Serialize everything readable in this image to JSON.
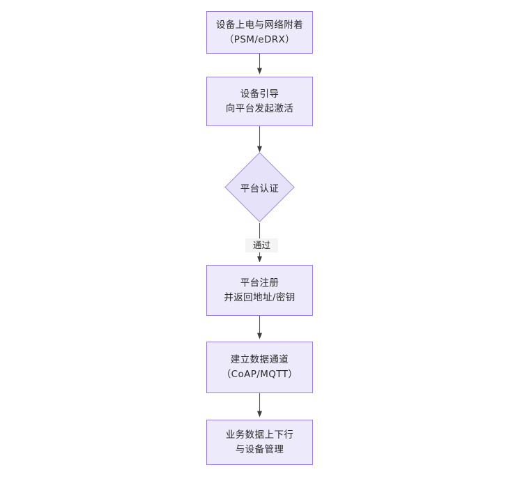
{
  "diagram": {
    "type": "flowchart",
    "orientation": "top-to-bottom",
    "colors": {
      "node_fill": "#eceafb",
      "node_border": "#9b7fd4",
      "decision_fill": "#e5e2f9",
      "decision_border": "#a98fdb",
      "connector": "#555555",
      "text": "#2b2b2b",
      "edge_label_background": "#f4f4f4",
      "canvas_background": "#ffffff"
    },
    "nodes": [
      {
        "id": "node-power-on",
        "shape": "rectangle",
        "lines": [
          "设备上电与网络附着",
          "（PSM/eDRX）"
        ]
      },
      {
        "id": "node-bootstrap",
        "shape": "rectangle",
        "lines": [
          "设备引导",
          "向平台发起激活"
        ]
      },
      {
        "id": "node-platform-auth",
        "shape": "diamond",
        "lines": [
          "平台认证"
        ]
      },
      {
        "id": "node-platform-register",
        "shape": "rectangle",
        "lines": [
          "平台注册",
          "并返回地址/密钥"
        ]
      },
      {
        "id": "node-data-channel",
        "shape": "rectangle",
        "lines": [
          "建立数据通道",
          "（CoAP/MQTT）"
        ]
      },
      {
        "id": "node-business-data",
        "shape": "rectangle",
        "lines": [
          "业务数据上下行",
          "与设备管理"
        ]
      }
    ],
    "edges": [
      {
        "id": "edge-1",
        "from": "node-power-on",
        "to": "node-bootstrap",
        "label": ""
      },
      {
        "id": "edge-2",
        "from": "node-bootstrap",
        "to": "node-platform-auth",
        "label": ""
      },
      {
        "id": "edge-3",
        "from": "node-platform-auth",
        "to": "node-platform-register",
        "label": "通过"
      },
      {
        "id": "edge-4",
        "from": "node-platform-register",
        "to": "node-data-channel",
        "label": ""
      },
      {
        "id": "edge-5",
        "from": "node-data-channel",
        "to": "node-business-data",
        "label": ""
      }
    ]
  }
}
